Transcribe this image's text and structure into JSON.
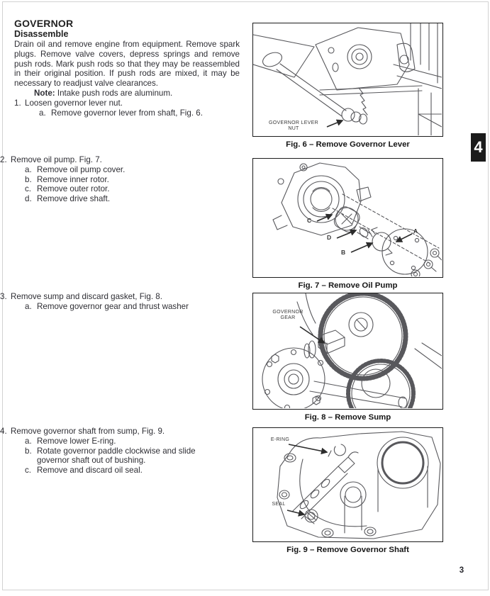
{
  "page": {
    "number": "3",
    "section_tab": "4"
  },
  "content": {
    "title": "GOVERNOR",
    "subtitle": "Disassemble",
    "intro": "Drain oil and remove engine from equipment. Remove spark plugs. Remove valve covers, depress springs and remove push rods. Mark push rods so that they may be reassembled in their original position. If push rods are mixed, it may be necessary to readjust valve clearances.",
    "note_label": "Note:",
    "note_text": "Intake push rods are aluminum.",
    "steps": [
      {
        "num": "1.",
        "text": "Loosen governor lever nut.",
        "sub": [
          {
            "letter": "a.",
            "text": "Remove governor lever from shaft, Fig. 6."
          }
        ]
      },
      {
        "num": "2.",
        "text": "Remove oil pump. Fig. 7.",
        "sub": [
          {
            "letter": "a.",
            "text": "Remove oil pump cover."
          },
          {
            "letter": "b.",
            "text": "Remove inner rotor."
          },
          {
            "letter": "c.",
            "text": "Remove outer rotor."
          },
          {
            "letter": "d.",
            "text": "Remove drive shaft."
          }
        ]
      },
      {
        "num": "3.",
        "text": "Remove sump and discard gasket, Fig. 8.",
        "sub": [
          {
            "letter": "a.",
            "text": "Remove governor gear and thrust washer"
          }
        ]
      },
      {
        "num": "4.",
        "text": "Remove governor shaft from sump, Fig. 9.",
        "sub": [
          {
            "letter": "a.",
            "text": "Remove lower E-ring."
          },
          {
            "letter": "b.",
            "text": "Rotate governor paddle clockwise and slide governor shaft out of bushing."
          },
          {
            "letter": "c.",
            "text": "Remove and discard oil seal."
          }
        ]
      }
    ]
  },
  "figures": [
    {
      "caption": "Fig. 6 – Remove Governor Lever",
      "callouts": [
        "GOVERNOR LEVER NUT"
      ]
    },
    {
      "caption": "Fig. 7 – Remove Oil Pump",
      "callouts": [
        "C",
        "D",
        "B",
        "A"
      ]
    },
    {
      "caption": "Fig. 8 – Remove Sump",
      "callouts": [
        "GOVERNOR GEAR"
      ]
    },
    {
      "caption": "Fig. 9 – Remove Governor Shaft",
      "callouts": [
        "E-RING",
        "SEAL"
      ]
    }
  ]
}
